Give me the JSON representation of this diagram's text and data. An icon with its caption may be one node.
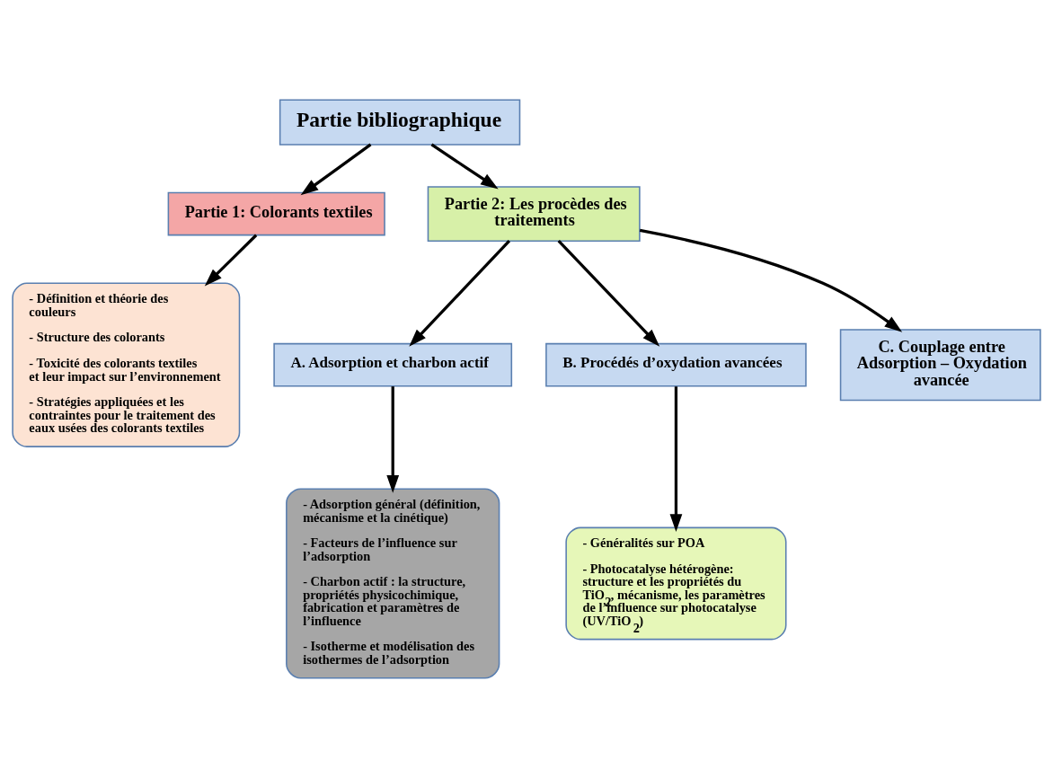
{
  "diagram": {
    "nodes": [
      {
        "text": [
          "Partie bibliographique"
        ]
      },
      {
        "text": [
          "Partie 1: Colorants textiles"
        ]
      },
      {
        "text": [
          "Partie 2: Les procèdes des traitements"
        ]
      },
      {
        "text": [
          "- Définition et théorie des couleurs",
          "- Structure des colorants",
          "- Toxicité des colorants textiles et leur impact sur l’environnement",
          "- Stratégies appliquées et les contraintes pour le traitement des eaux usées des colorants textiles"
        ]
      },
      {
        "text": [
          "A. Adsorption et charbon actif"
        ]
      },
      {
        "text": [
          "B. Procédés d’oxydation avancées"
        ]
      },
      {
        "text": [
          "C. Couplage entre Adsorption – Oxydation avancée"
        ]
      },
      {
        "text": [
          "- Adsorption général (définition, mécanisme et la cinétique)",
          "- Facteurs de l’influence sur l’adsorption",
          "- Charbon actif : la structure, propriétés physicochimique, fabrication et paramètres de l’influence",
          "- Isotherme et modélisation des isothermes de l’adsorption"
        ]
      },
      {
        "text": [
          "- Généralités sur POA",
          "- Photocatalyse hétérogène: structure et les propriétés du TiO$_{2}$, mécanisme, les paramètres de l’influence sur photocatalyse (UV/TiO$_{2}$)"
        ]
      }
    ],
    "edges": [
      {
        "from": 0,
        "to": 1,
        "arrow": "to"
      },
      {
        "from": 0,
        "to": 2,
        "arrow": "to"
      },
      {
        "from": 1,
        "to": 3,
        "arrow": "to"
      },
      {
        "from": 2,
        "to": 4,
        "arrow": "to"
      },
      {
        "from": 2,
        "to": 5,
        "arrow": "to"
      },
      {
        "from": 2,
        "to": 6,
        "arrow": "to"
      },
      {
        "from": 4,
        "to": 7,
        "arrow": "to"
      },
      {
        "from": 5,
        "to": 8,
        "arrow": "to"
      }
    ]
  }
}
